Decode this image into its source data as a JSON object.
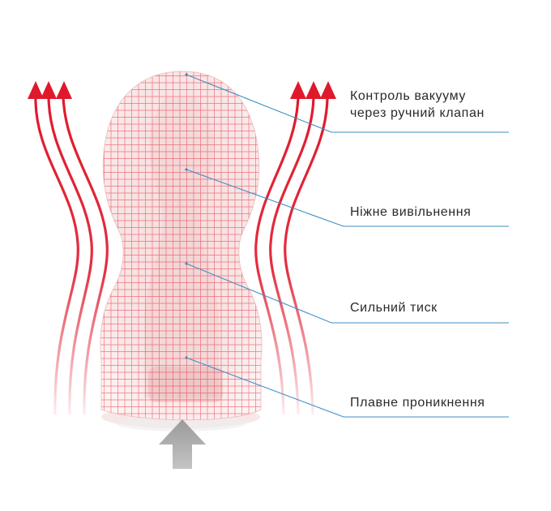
{
  "colors": {
    "accent_blue": "#3f8fc0",
    "arrow_red": "#e0182b",
    "grid_red": "#e0182b",
    "insert_arrow_gray": "#b4b4b4"
  },
  "icons": {
    "flow_arrows": "up-arrow-icon",
    "insert_arrow": "up-arrow-icon"
  },
  "callouts": [
    {
      "lines": [
        "Контроль вакууму",
        "через ручний клапан"
      ]
    },
    {
      "lines": [
        "Ніжне вивільнення"
      ]
    },
    {
      "lines": [
        "Сильний тиск"
      ]
    },
    {
      "lines": [
        "Плавне проникнення"
      ]
    }
  ]
}
